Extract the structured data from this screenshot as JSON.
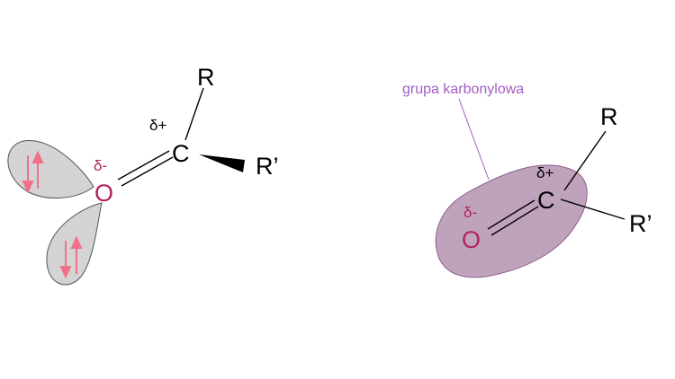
{
  "left": {
    "atom_R": "R",
    "atom_C": "C",
    "atom_R_prime": "R’",
    "atom_O": "O",
    "charge_C": "δ+",
    "charge_O": "δ-"
  },
  "right": {
    "callout": "grupa karbonylowa",
    "atom_R": "R",
    "atom_C": "C",
    "atom_R_prime": "R’",
    "atom_O": "O",
    "charge_C": "δ+",
    "charge_O": "δ-"
  },
  "colors": {
    "ink": "#000000",
    "oxygen": "#b0245c",
    "lobe_fill": "#d4d4d4",
    "lobe_stroke": "#555555",
    "electron_arrow": "#f07088",
    "carbonyl_fill": "#bfa3bd",
    "carbonyl_stroke": "#8a5f88",
    "callout_text": "#a25ec4"
  }
}
